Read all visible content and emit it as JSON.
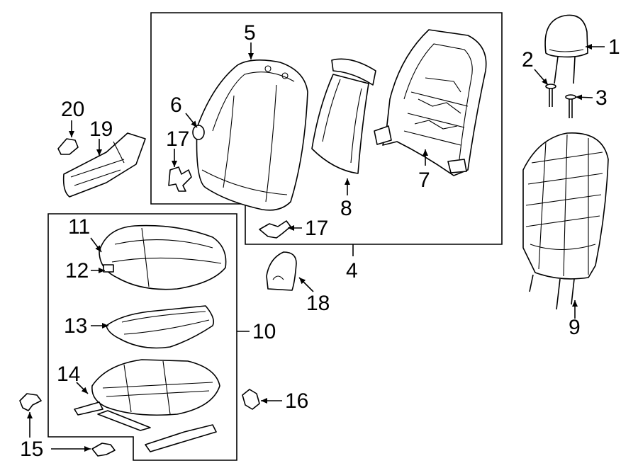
{
  "diagram": {
    "callouts": {
      "c1": "1",
      "c2": "2",
      "c3": "3",
      "c4": "4",
      "c5": "5",
      "c6": "6",
      "c7": "7",
      "c8": "8",
      "c9": "9",
      "c10": "10",
      "c11": "11",
      "c12": "12",
      "c13": "13",
      "c14": "14",
      "c15": "15",
      "c16": "16",
      "c17a": "17",
      "c17b": "17",
      "c18": "18",
      "c19": "19",
      "c20": "20"
    }
  }
}
